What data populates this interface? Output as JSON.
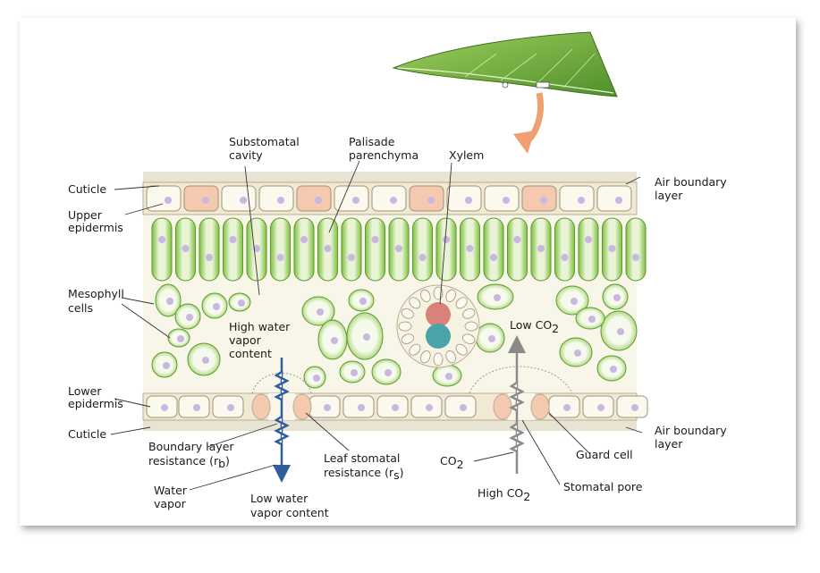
{
  "diagram": {
    "labels": {
      "cuticle_top": "Cuticle",
      "upper_epidermis": [
        "Upper",
        "epidermis"
      ],
      "mesophyll_cells": [
        "Mesophyll",
        "cells"
      ],
      "lower_epidermis": [
        "Lower",
        "epidermis"
      ],
      "cuticle_bottom": "Cuticle",
      "substomatal_cavity": [
        "Substomatal",
        "cavity"
      ],
      "palisade_parenchyma": [
        "Palisade",
        "parenchyma"
      ],
      "xylem": "Xylem",
      "air_boundary_top": [
        "Air boundary",
        "layer"
      ],
      "air_boundary_bottom": [
        "Air boundary",
        "layer"
      ],
      "high_water_vapor": [
        "High water",
        "vapor",
        "content"
      ],
      "low_co2": "Low CO",
      "low_co2_sub": "2",
      "boundary_layer_resistance_1": "Boundary layer",
      "boundary_layer_resistance_2": "resistance (r",
      "boundary_layer_resistance_sub": "b",
      "boundary_layer_resistance_end": ")",
      "leaf_stomatal_resistance_1": "Leaf stomatal",
      "leaf_stomatal_resistance_2": "resistance (r",
      "leaf_stomatal_resistance_sub": "s",
      "leaf_stomatal_resistance_end": ")",
      "water_vapor": [
        "Water",
        "vapor"
      ],
      "low_water_vapor": [
        "Low water",
        "vapor content"
      ],
      "co2": "CO",
      "co2_sub": "2",
      "high_co2": "High CO",
      "high_co2_sub": "2",
      "guard_cell": "Guard cell",
      "stomatal_pore": "Stomatal pore"
    },
    "colors": {
      "epidermis_fill": "#f3ecd8",
      "epidermis_accent": "#f4c9b0",
      "cell_green": "#8cc84b",
      "cell_pale": "#eef5dc",
      "nucleus": "#c9b6e2",
      "boundary_layer": "#e8e4d4",
      "interior": "#f7f6e8",
      "water_arrow": "#2f5d9e",
      "co2_arrow": "#8a8a8a",
      "leaf_green": "#6fae3a",
      "big_arrow": "#f0a070",
      "xylem_red": "#d9827a",
      "xylem_teal": "#4aa3a8"
    }
  }
}
